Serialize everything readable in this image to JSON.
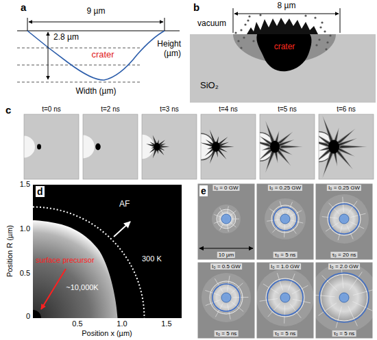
{
  "diagram": {
    "labels": [
      "a",
      "9 µm",
      "2.8 µm",
      "crater",
      "Height (µm)",
      "Width (µm)",
      "b",
      "vacuum",
      "8 µm",
      "crater",
      "SiO₂",
      "c",
      "t=0 ns",
      "t=2 ns",
      "t=3 ns",
      "t=4 ns",
      "t=5 ns",
      "t=6 ns",
      "d",
      "1.5",
      "1.0",
      "0.5",
      "0",
      "0.5",
      "1.0",
      "1.5",
      "Position R (µm)",
      "Position x (µm)",
      "AF",
      "300 K",
      "surface precursor",
      "~10,000K",
      "e",
      "I₀ = 0 GW",
      "10 µm",
      "I₀ = 0.25 GW",
      "τ₀ = 5 ns",
      "I₀ = 0.25 GW",
      "τ₀ = 20 ns",
      "I₀ = 0.5 GW",
      "τ₀ = 5 ns",
      "I₀ = 1.0 GW",
      "τ₀ = 5 ns",
      "I₀ = 2.0 GW",
      "τ₀ = 5 ns"
    ]
  }
}
